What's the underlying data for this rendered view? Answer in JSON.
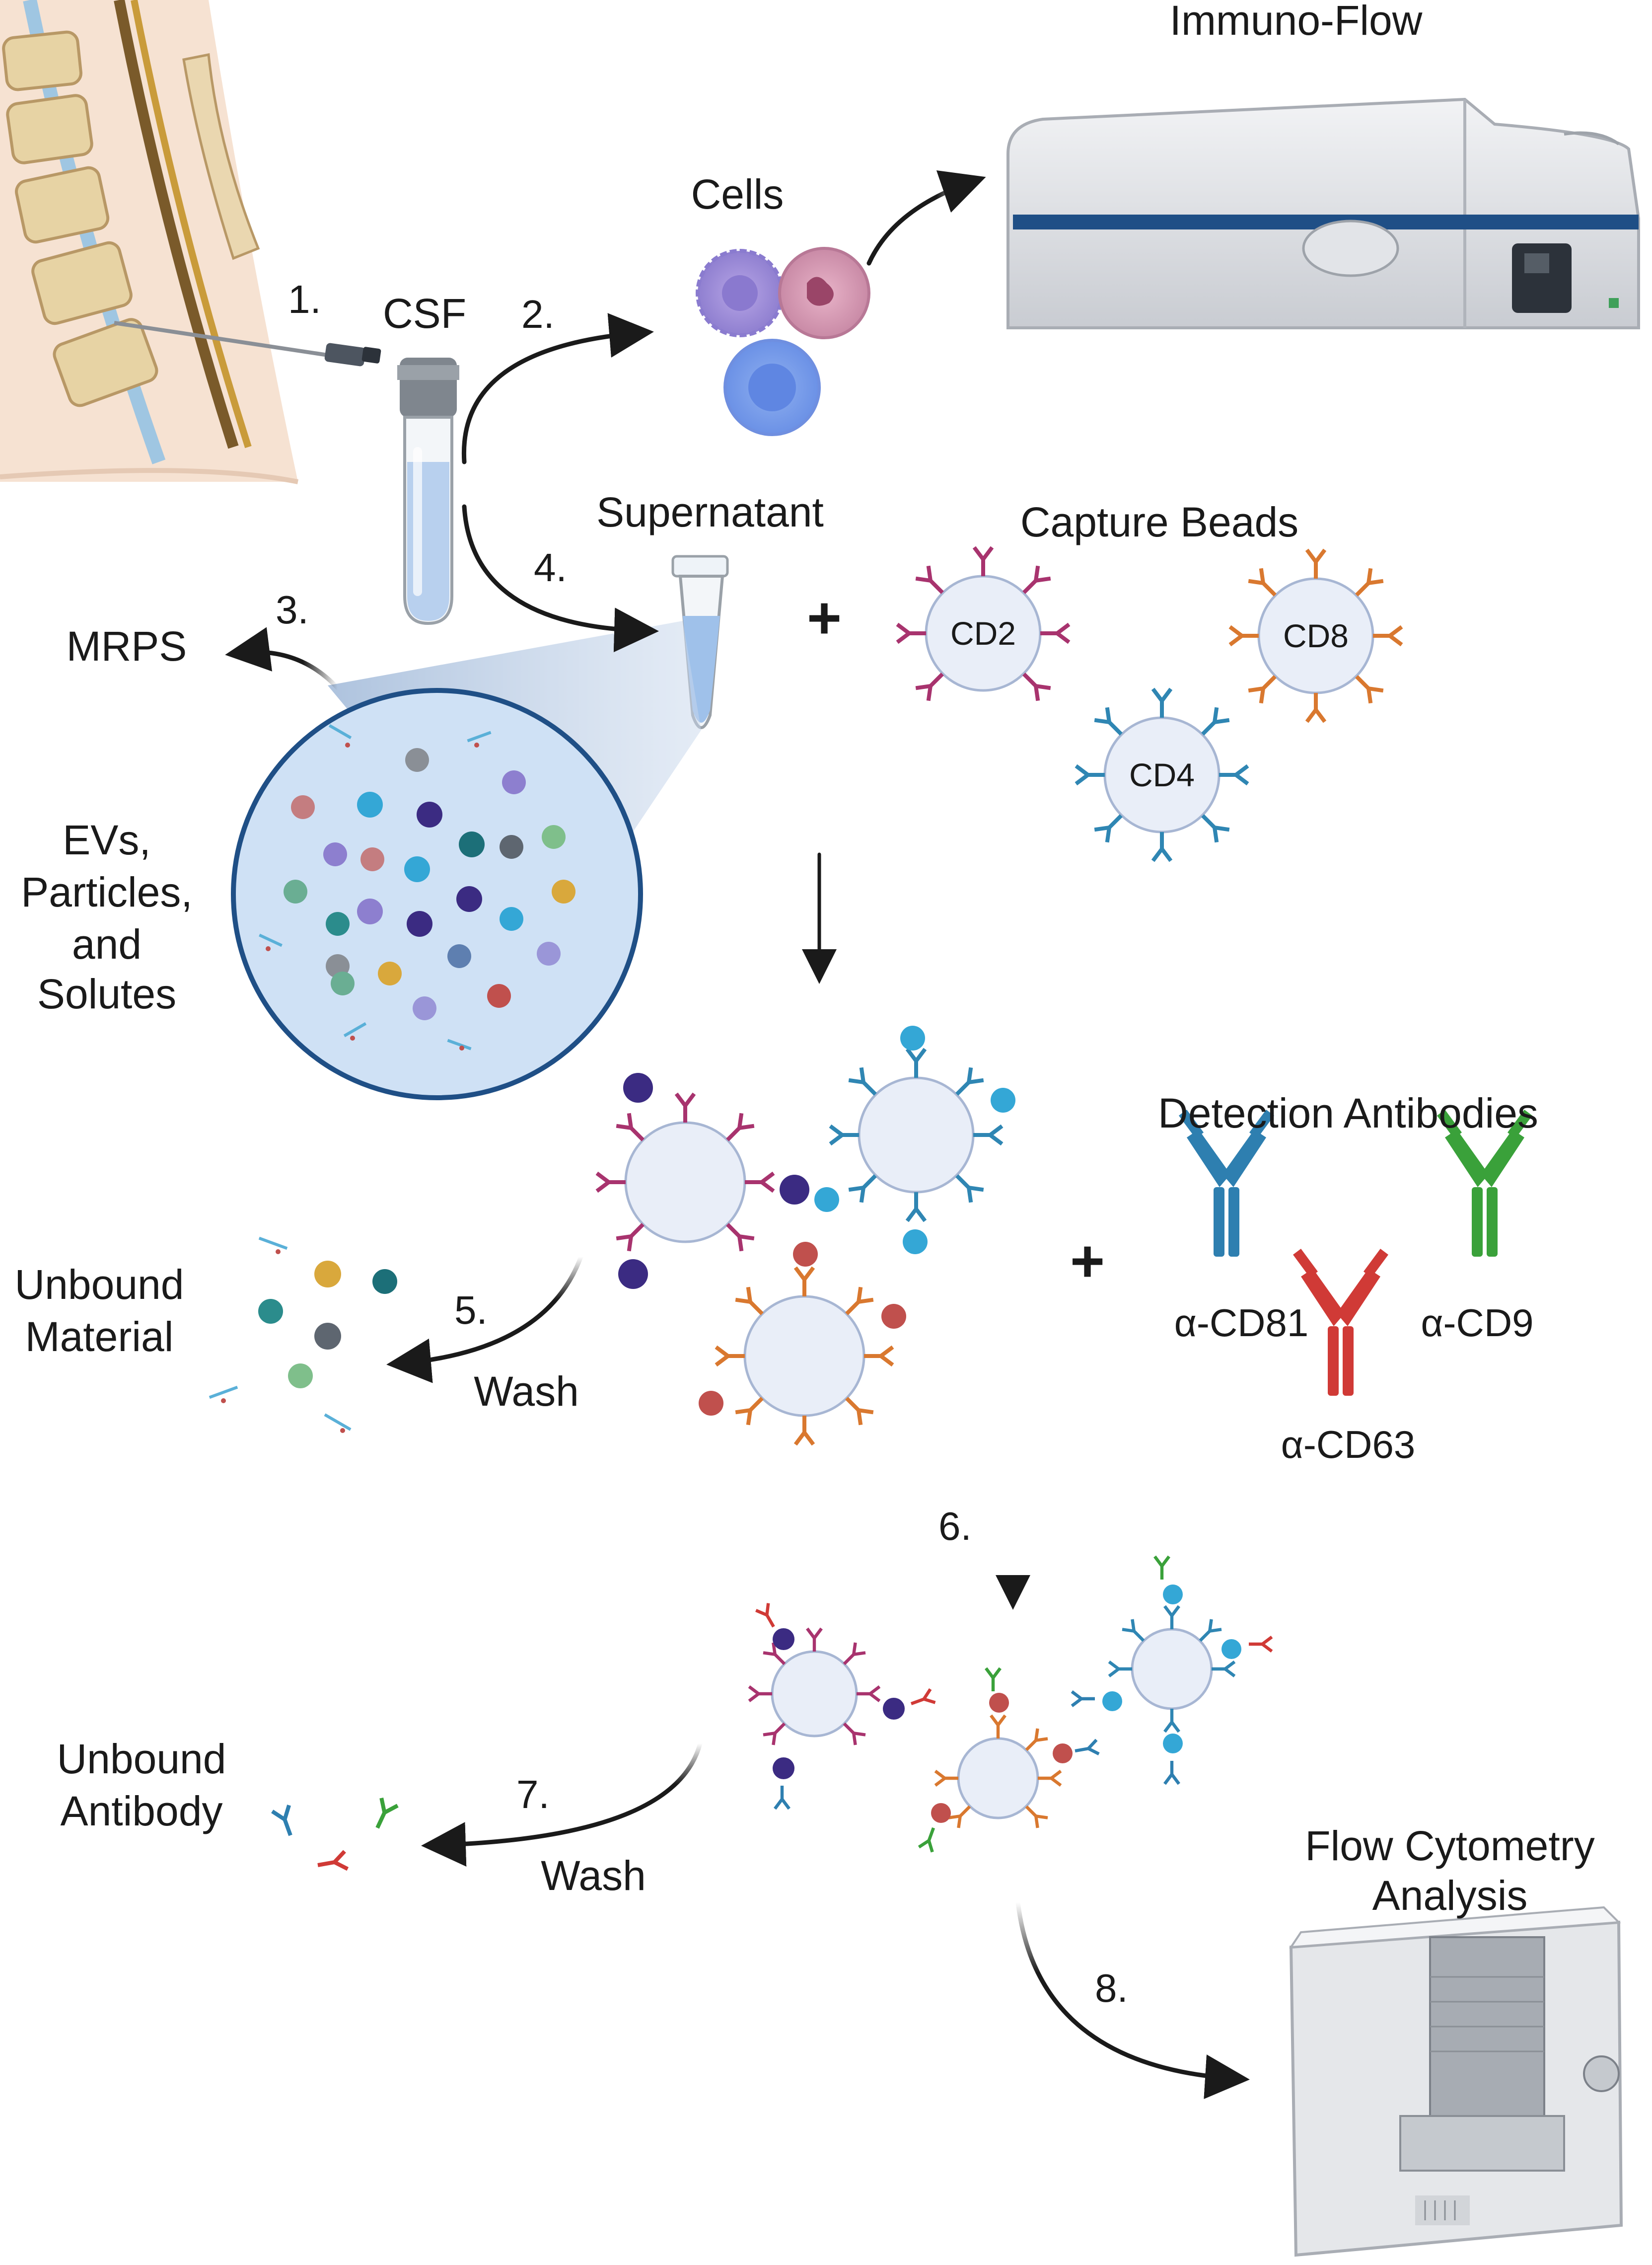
{
  "labels": {
    "step1": "1.",
    "csf": "CSF",
    "step2": "2.",
    "cells": "Cells",
    "immuno_flow": "Immuno-Flow",
    "supernatant": "Supernatant",
    "step4": "4.",
    "step3": "3.",
    "mrps": "MRPS",
    "capture_beads": "Capture Beads",
    "bead_cd2": "CD2",
    "bead_cd8": "CD8",
    "bead_cd4": "CD4",
    "plus1": "+",
    "evs_1": "EVs,",
    "evs_2": "Particles,",
    "evs_3": "and",
    "evs_4": "Solutes",
    "detection_antibodies": "Detection Antibodies",
    "plus2": "+",
    "ab_cd81": "α-CD81",
    "ab_cd9": "α-CD9",
    "ab_cd63": "α-CD63",
    "unbound_material_1": "Unbound",
    "unbound_material_2": "Material",
    "step5": "5.",
    "wash1": "Wash",
    "step6": "6.",
    "unbound_antibody_1": "Unbound",
    "unbound_antibody_2": "Antibody",
    "step7": "7.",
    "wash2": "Wash",
    "flow_cytometry_1": "Flow Cytometry",
    "flow_cytometry_2": "Analysis",
    "step8": "8."
  },
  "colors": {
    "cd2_magenta": "#a8336e",
    "cd4_blue": "#2f86b3",
    "cd8_orange": "#d9782f",
    "cd81_ab": "#2e7fb0",
    "cd9_ab": "#3aa13a",
    "cd63_ab": "#d03a36",
    "bead_fill": "#e9eef8",
    "tube_liquid": "#b8d0ee",
    "machine_stripe": "#1f4f86"
  },
  "icons": {
    "spine": "spine-cross-section",
    "needle": "lumbar-puncture-needle",
    "tube": "csf-collection-tube",
    "cells": "immune-cells",
    "instrument": "imaging-flow-cytometer",
    "microtube": "microcentrifuge-tube",
    "magnifier": "ev-magnified-view",
    "analyzer": "flow-cytometer"
  }
}
